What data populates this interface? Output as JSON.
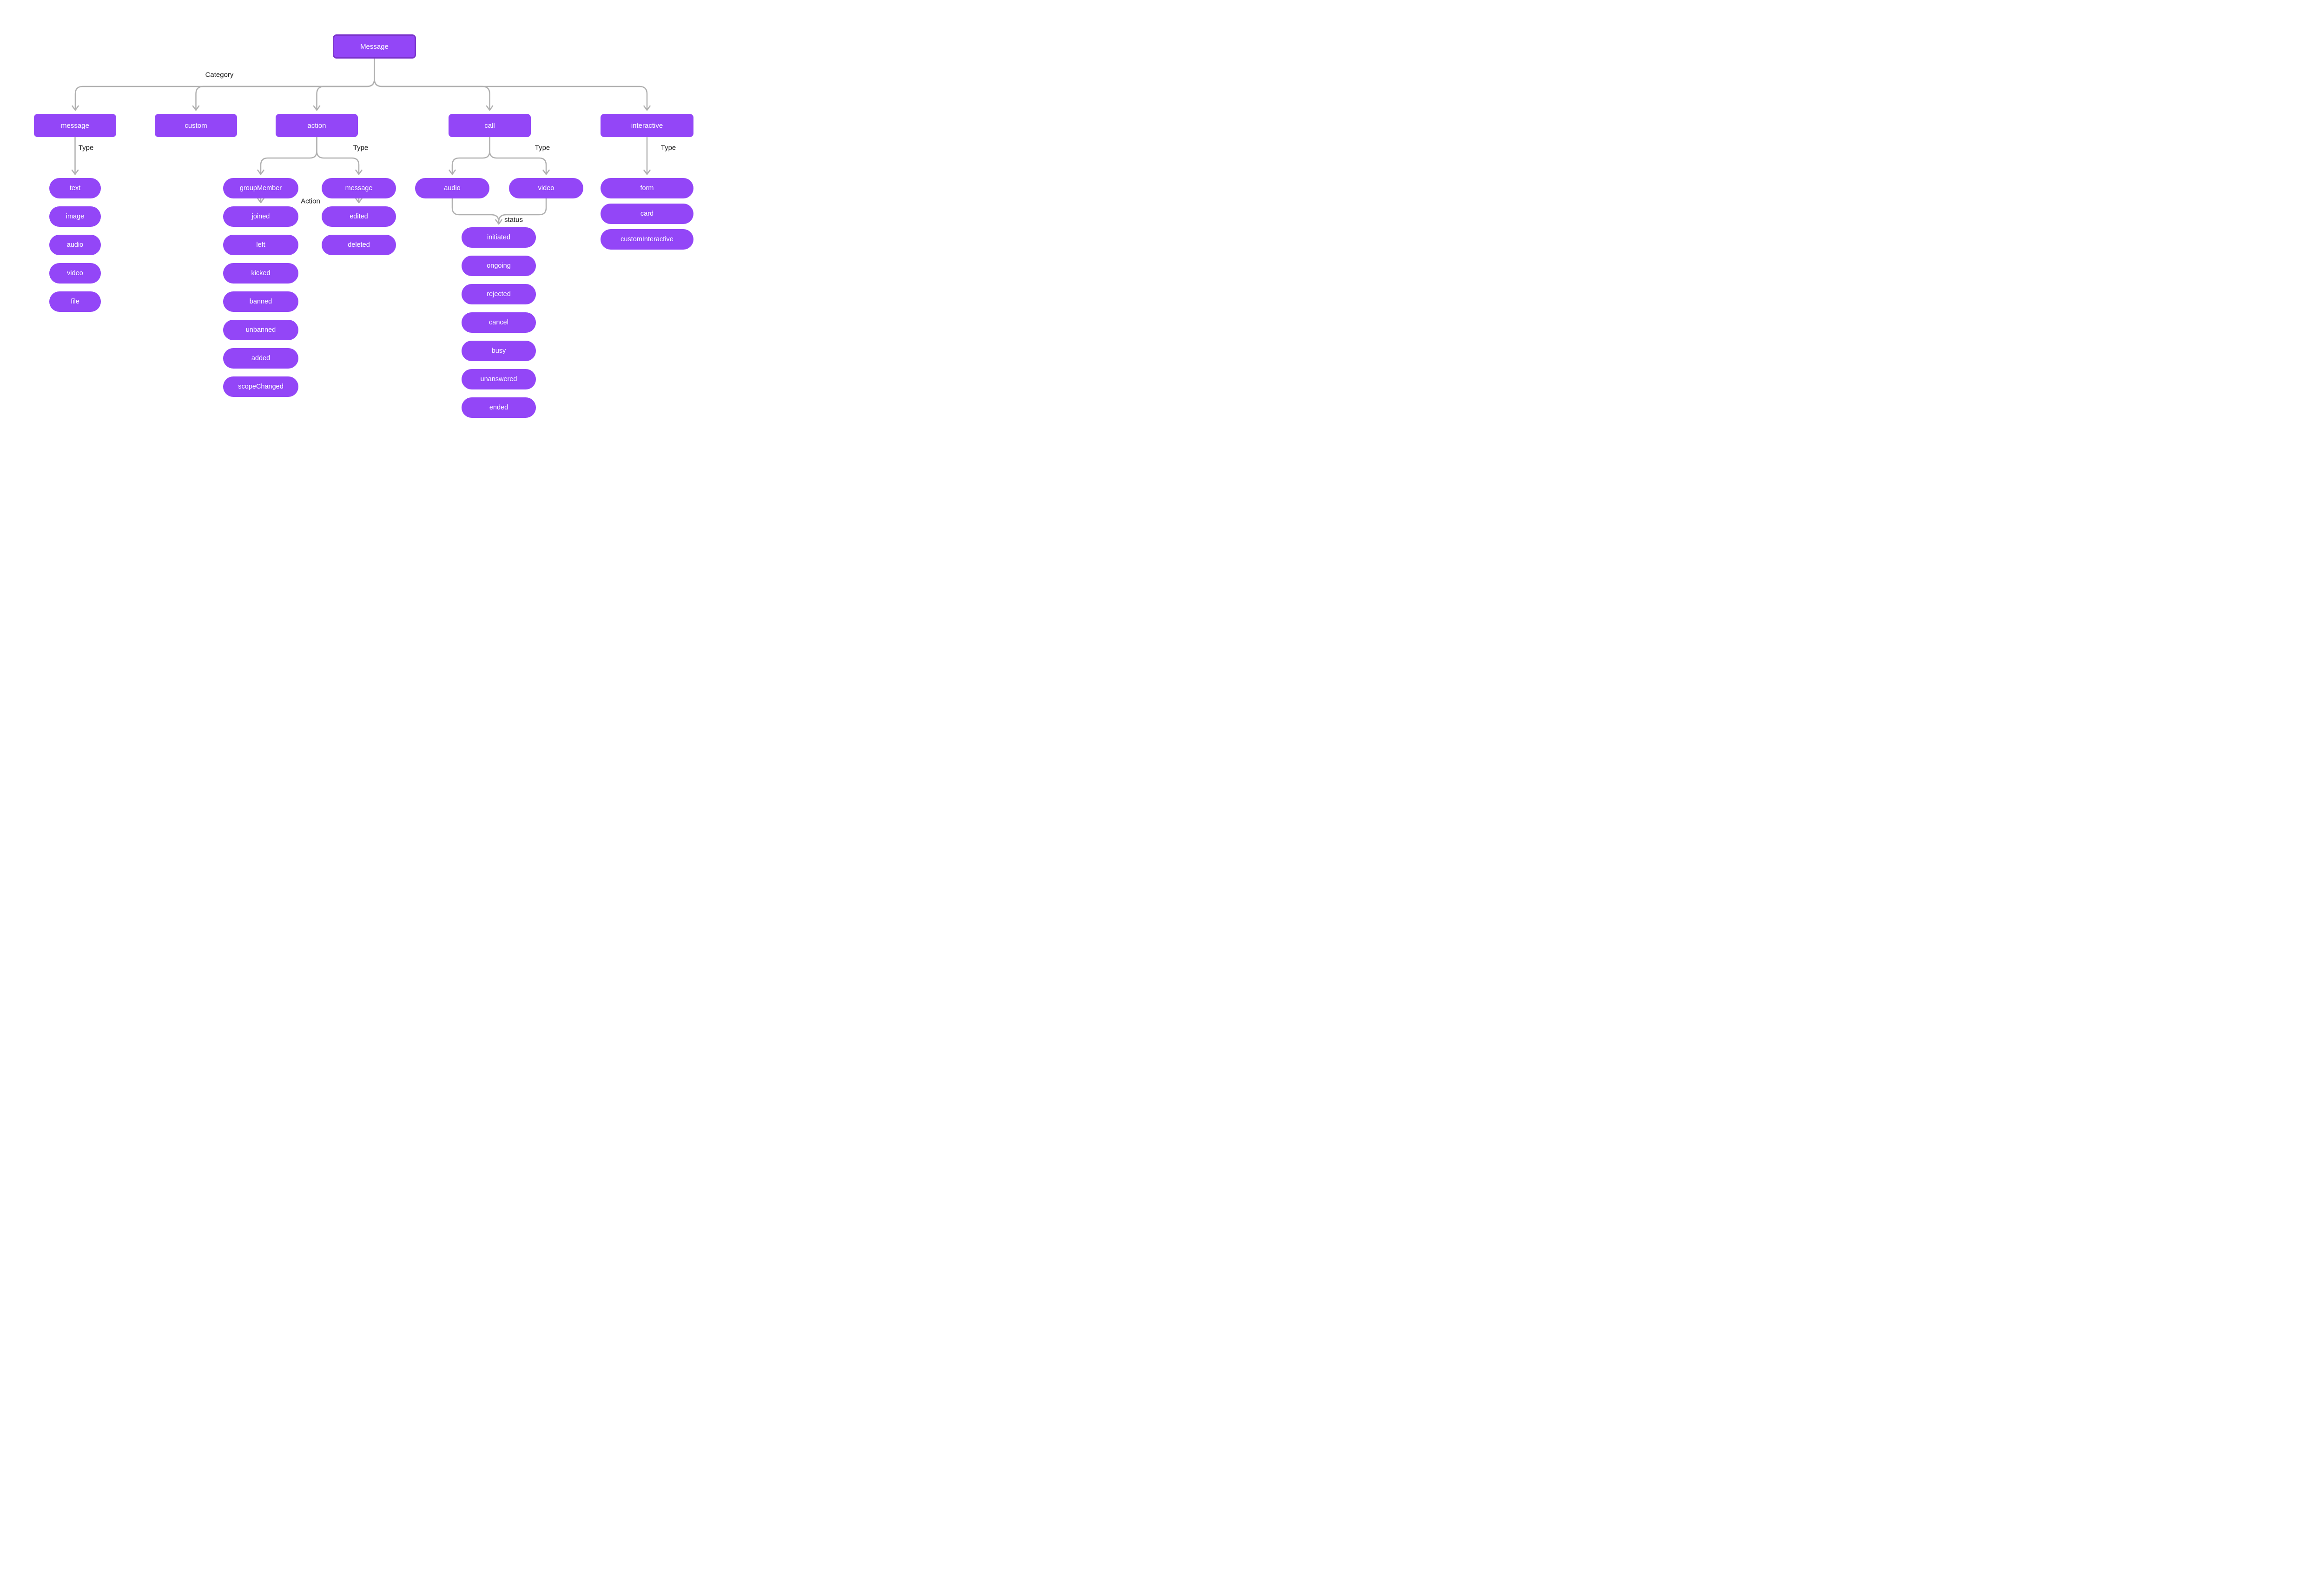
{
  "diagram": {
    "root": {
      "label": "Message"
    },
    "edge_labels": {
      "category": "Category",
      "type_message": "Type",
      "type_action": "Type",
      "type_call": "Type",
      "type_interactive": "Type",
      "action": "Action",
      "status": "status"
    },
    "categories": [
      {
        "label": "message",
        "children": [
          "text",
          "image",
          "audio",
          "video",
          "file"
        ]
      },
      {
        "label": "custom",
        "children": []
      },
      {
        "label": "action",
        "children": [
          {
            "label": "groupMember",
            "children": [
              "joined",
              "left",
              "kicked",
              "banned",
              "unbanned",
              "added",
              "scopeChanged"
            ]
          },
          {
            "label": "message",
            "children": [
              "edited",
              "deleted"
            ]
          }
        ]
      },
      {
        "label": "call",
        "types": [
          "audio",
          "video"
        ],
        "status_children": [
          "initiated",
          "ongoing",
          "rejected",
          "cancel",
          "busy",
          "unanswered",
          "ended"
        ]
      },
      {
        "label": "interactive",
        "children": [
          "form",
          "card",
          "customInteractive"
        ]
      }
    ],
    "colors": {
      "node_fill": "#9346f7",
      "root_border": "#7b35cc",
      "node_text": "#ffffff",
      "connector": "#b0b0b0",
      "label_text": "#1a1a1a",
      "background": "#ffffff"
    }
  }
}
